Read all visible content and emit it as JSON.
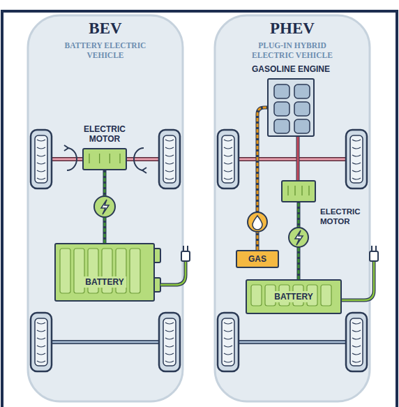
{
  "diagram": {
    "nodes": [
      {
        "text": [
          "BEV",
          "BATTERY ELECTRIC VEHICLE"
        ]
      },
      {
        "text": [
          "ELECTRIC MOTOR"
        ],
        "in": 0
      },
      {
        "text": [
          "BATTERY"
        ],
        "in": 0
      },
      {
        "text": [
          "PHEV",
          "PLUG-IN HYBRID ELECTRIC VEHICLE"
        ]
      },
      {
        "text": [
          "GASOLINE ENGINE"
        ],
        "in": 3
      },
      {
        "text": [
          "ELECTRIC MOTOR"
        ],
        "in": 3
      },
      {
        "text": [
          "GAS"
        ],
        "in": 3
      },
      {
        "text": [
          "BATTERY"
        ],
        "in": 3
      }
    ],
    "edges": [
      {
        "from": 2,
        "to": 1,
        "arrow": "none"
      },
      {
        "from": 6,
        "to": 4,
        "arrow": "none"
      },
      {
        "from": 4,
        "to": 5,
        "arrow": "none"
      },
      {
        "from": 7,
        "to": 5,
        "arrow": "none"
      }
    ]
  }
}
